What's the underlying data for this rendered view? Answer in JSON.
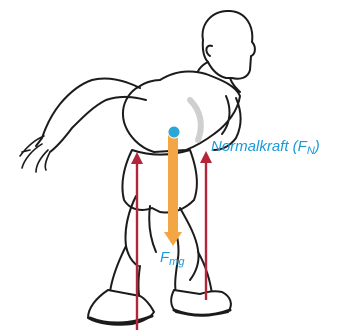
{
  "labels": {
    "normal_force": "Normalkraft (F",
    "normal_force_sub": "N",
    "normal_force_close": ")",
    "gravity": "F",
    "gravity_sub": "mg"
  },
  "colors": {
    "label": "#1a9bd7",
    "normal_force_arrow": "#b3253a",
    "gravity_arrow": "#f4a645",
    "center_of_mass": "#2aa7d6",
    "outline": "#1b1b1b",
    "shading": "#cfcfcf"
  }
}
